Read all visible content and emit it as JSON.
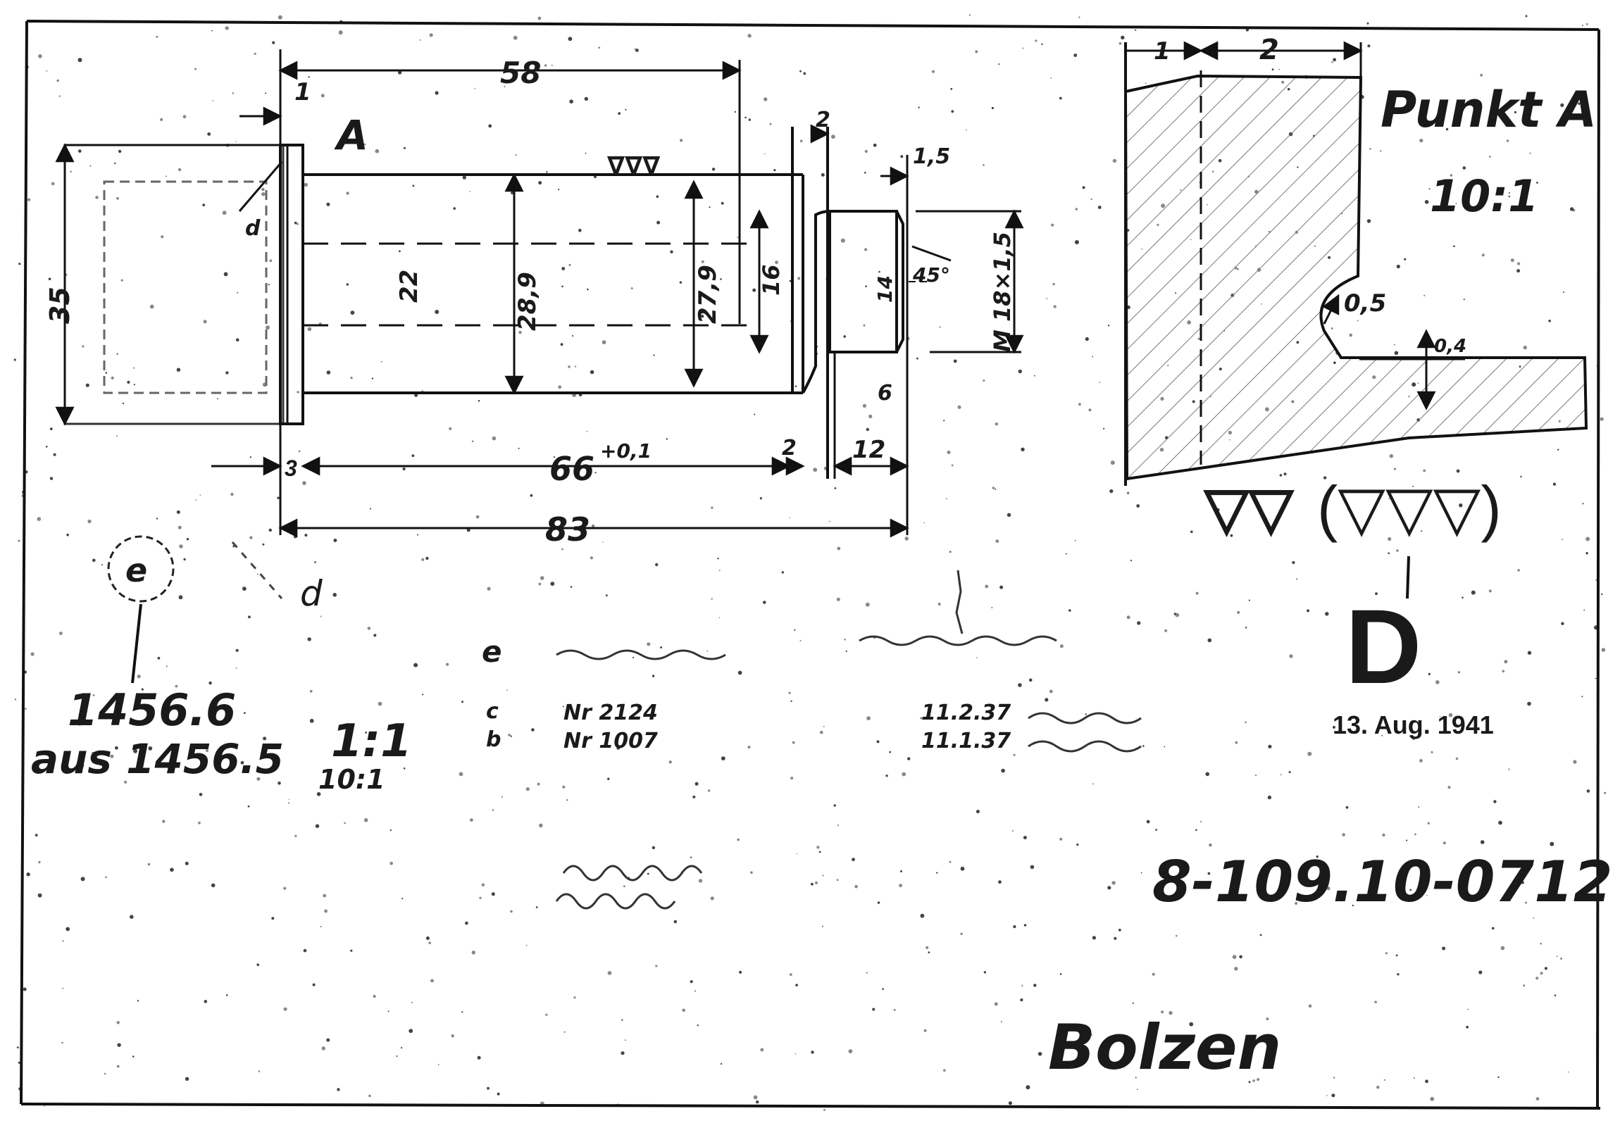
{
  "main_view": {
    "dims": {
      "d58": "58",
      "d1": "1",
      "dA": "A",
      "d2": "2",
      "d15": "1,5",
      "d35": "35",
      "d22": "22",
      "d289": "28,9",
      "d279": "27,9",
      "d16": "16",
      "dm18": "M 18×1,5",
      "d45": "45°",
      "d6": "6",
      "d3": "3",
      "d66": "66",
      "d66tol": "+0,1",
      "d2b": "2",
      "d12": "12",
      "d83": "83",
      "d14": "14",
      "dd": "d",
      "dl": "1"
    },
    "finish_mark": "∇∇∇"
  },
  "detail": {
    "title": "Punkt A",
    "scale": "10:1",
    "dim1": "1",
    "dim2": "2",
    "radius": "0,5",
    "dim04": "0,4"
  },
  "finish": {
    "marks": "▽▽",
    "marks_paren": "(▽▽▽)"
  },
  "stamp": {
    "letter": "D",
    "date": "13. Aug. 1941"
  },
  "title_block": {
    "circle_label": "e",
    "part_no": "1456.6",
    "part_from": "aus 1456.5",
    "scale1": "1:1",
    "scale2": "10:1",
    "mark_d": "d",
    "mark_e": "e",
    "ref_c": "c",
    "ref_c_text": "Nr 2124",
    "ref_b": "b",
    "ref_b_text": "Nr 1007",
    "note1": "11.2.37",
    "note2": "11.1.37",
    "drawing_no": "8-109.10-0712",
    "name": "Bolzen"
  }
}
